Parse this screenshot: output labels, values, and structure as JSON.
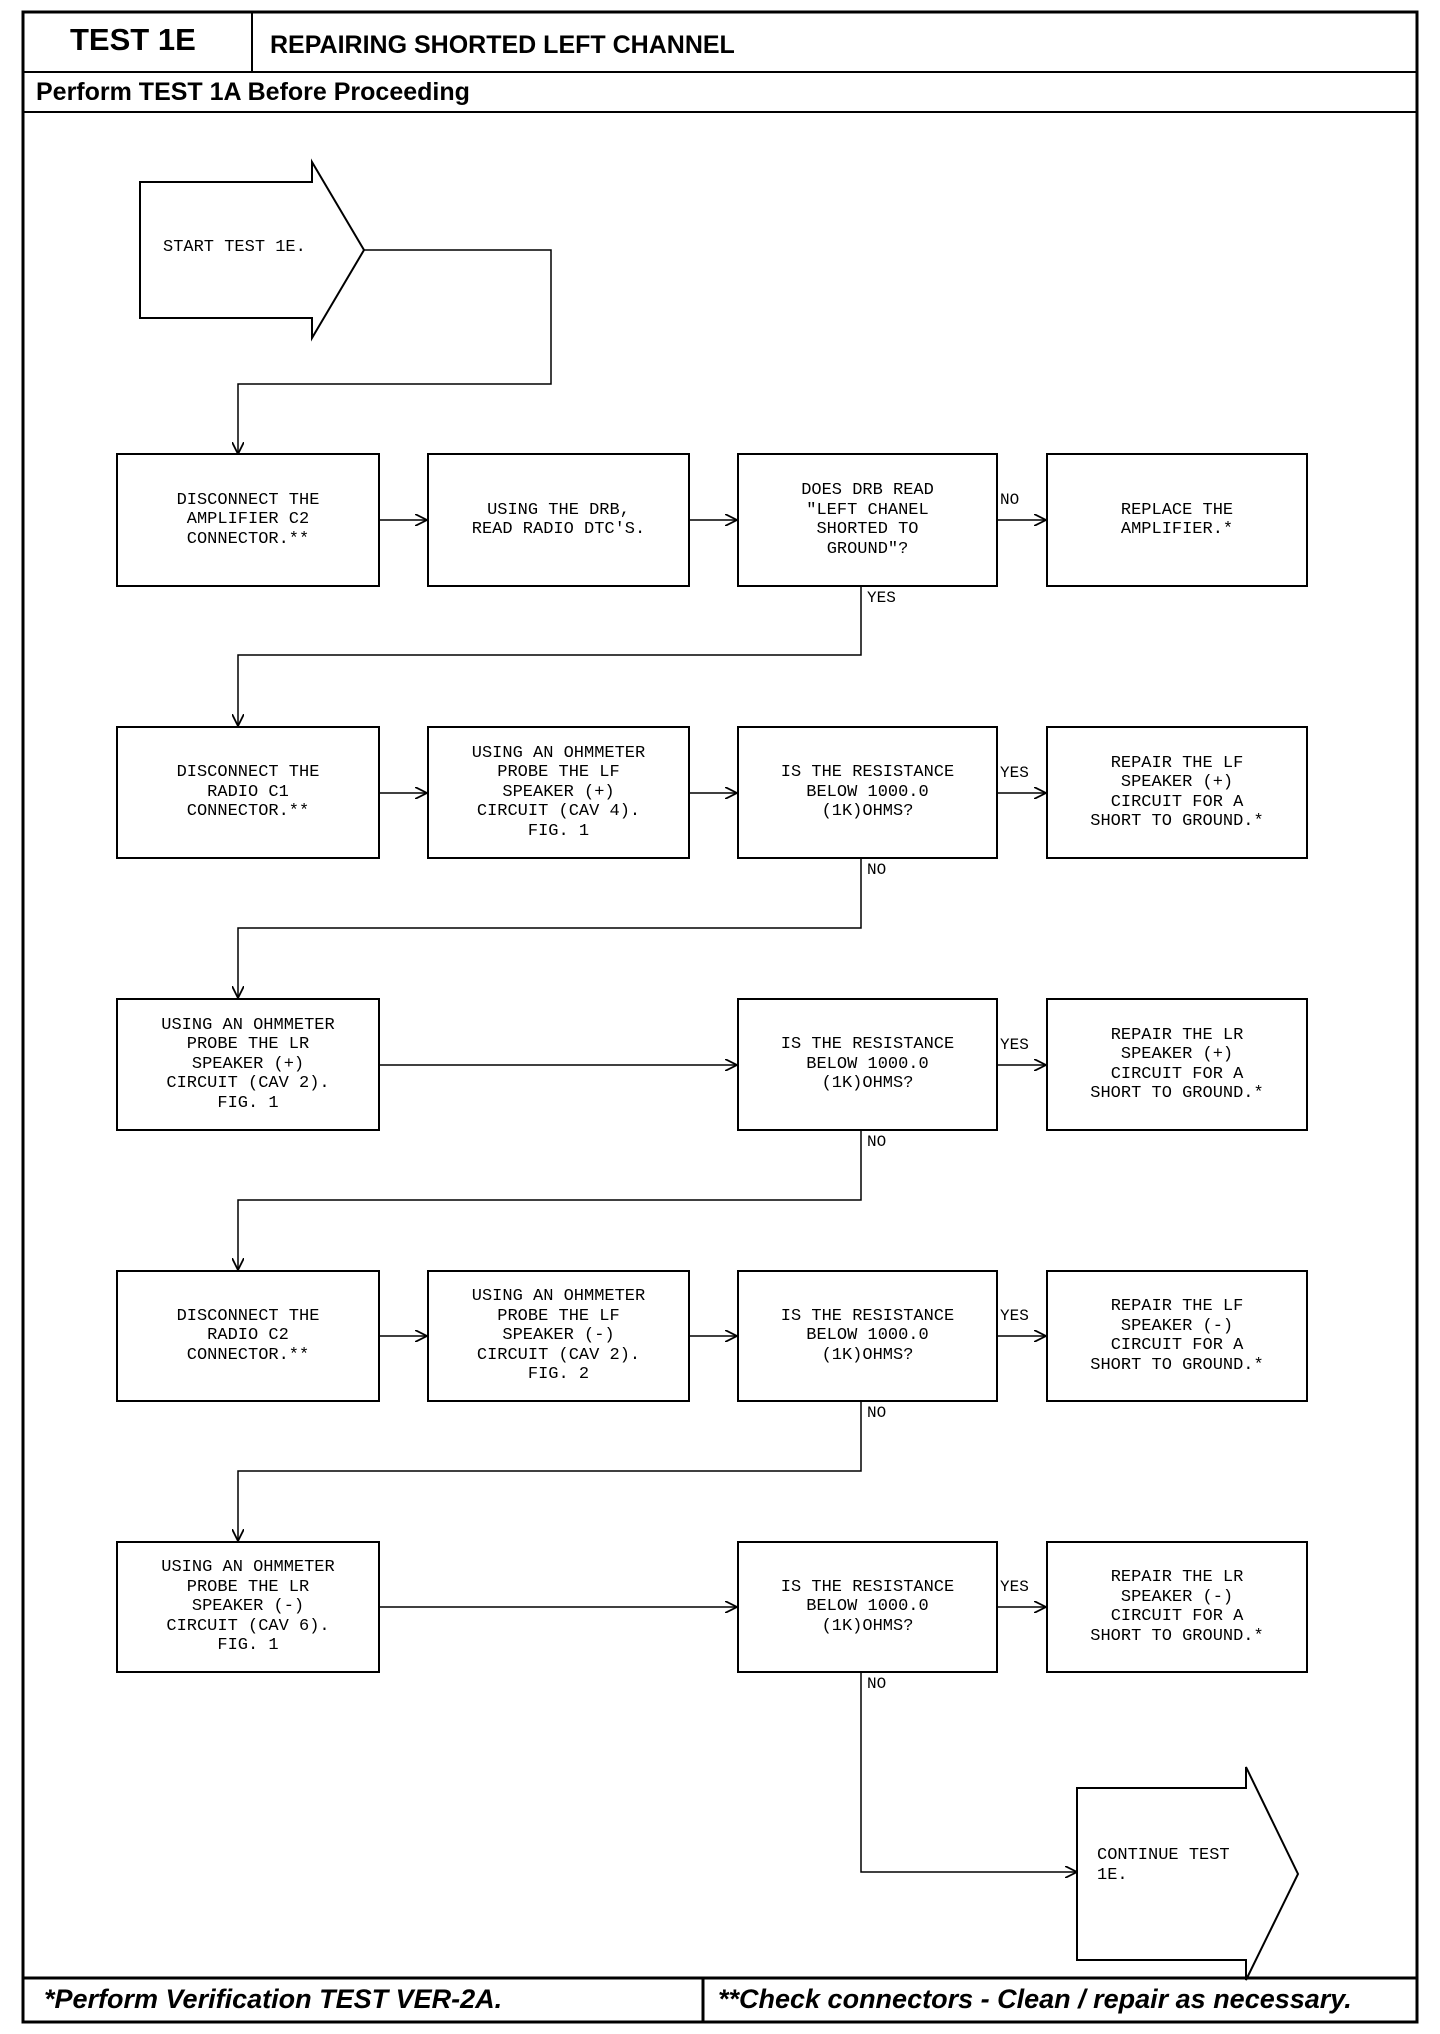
{
  "header": {
    "test_id": "TEST 1E",
    "title": "REPAIRING SHORTED LEFT CHANNEL",
    "subtitle": "Perform TEST 1A Before Proceeding"
  },
  "flow": {
    "start": "START TEST 1E.",
    "r1": {
      "disconnect_amp": "DISCONNECT THE\nAMPLIFIER C2\nCONNECTOR.**",
      "read_dtc": "USING THE DRB,\nREAD RADIO DTC'S.",
      "question": "DOES DRB READ\n\"LEFT CHANEL\nSHORTED TO\nGROUND\"?",
      "replace_amp": "REPLACE THE\nAMPLIFIER.*",
      "no_label": "NO",
      "yes_label": "YES"
    },
    "r2": {
      "disconnect_radio_c1": "DISCONNECT THE\nRADIO C1\nCONNECTOR.**",
      "probe": "USING AN OHMMETER\nPROBE THE LF\nSPEAKER (+)\nCIRCUIT (CAV 4).\nFIG. 1",
      "question": "IS THE RESISTANCE\nBELOW 1000.0\n(1K)OHMS?",
      "repair": "REPAIR THE LF\nSPEAKER (+)\nCIRCUIT FOR A\nSHORT TO GROUND.*",
      "yes_label": "YES",
      "no_label": "NO"
    },
    "r3": {
      "probe": "USING AN OHMMETER\nPROBE THE LR\nSPEAKER (+)\nCIRCUIT (CAV 2).\nFIG. 1",
      "question": "IS THE RESISTANCE\nBELOW 1000.0\n(1K)OHMS?",
      "repair": "REPAIR THE LR\nSPEAKER (+)\nCIRCUIT FOR A\nSHORT TO GROUND.*",
      "yes_label": "YES",
      "no_label": "NO"
    },
    "r4": {
      "disconnect_radio_c2": "DISCONNECT THE\nRADIO C2\nCONNECTOR.**",
      "probe": "USING AN OHMMETER\nPROBE THE LF\nSPEAKER (-)\nCIRCUIT (CAV 2).\nFIG. 2",
      "question": "IS THE RESISTANCE\nBELOW 1000.0\n(1K)OHMS?",
      "repair": "REPAIR THE LF\nSPEAKER (-)\nCIRCUIT FOR A\nSHORT TO GROUND.*",
      "yes_label": "YES",
      "no_label": "NO"
    },
    "r5": {
      "probe": "USING AN OHMMETER\nPROBE THE LR\nSPEAKER (-)\nCIRCUIT (CAV 6).\nFIG. 1",
      "question": "IS THE RESISTANCE\nBELOW 1000.0\n(1K)OHMS?",
      "repair": "REPAIR THE LR\nSPEAKER (-)\nCIRCUIT FOR A\nSHORT TO GROUND.*",
      "yes_label": "YES",
      "no_label": "NO"
    },
    "end": "CONTINUE TEST\n1E."
  },
  "footer": {
    "left": "*Perform Verification TEST VER-2A.",
    "right": "**Check connectors - Clean / repair as necessary."
  }
}
